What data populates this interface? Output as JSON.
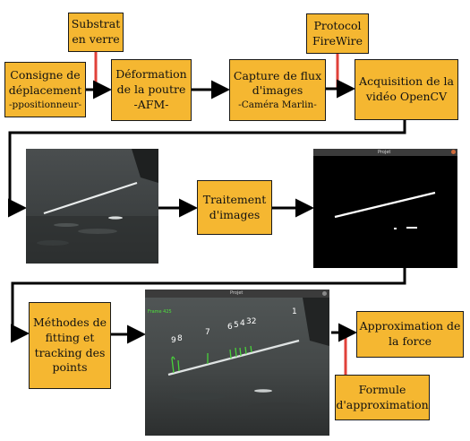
{
  "colors": {
    "box_fill": "#f5b731",
    "arrow": "#000000",
    "connector": "#e0413a"
  },
  "boxes": {
    "consigne": {
      "line1": "Consigne de",
      "line2": "déplacement",
      "line3": "-ppositionneur-"
    },
    "substrat": {
      "line1": "Substrat",
      "line2": "en verre"
    },
    "deformation": {
      "line1": "Déformation",
      "line2": "de la poutre",
      "line3": "-AFM-"
    },
    "capture": {
      "line1": "Capture de flux",
      "line2": "d'images",
      "line3": "-Caméra Marlin-"
    },
    "protocol": {
      "line1": "Protocol",
      "line2": "FireWire"
    },
    "acquisition": {
      "line1": "Acquisition de la",
      "line2": "vidéo OpenCV"
    },
    "traitement": {
      "line1": "Traitement",
      "line2": "d'images"
    },
    "methodes": {
      "line1": "Méthodes de",
      "line2": "fitting et",
      "line3": "tracking des",
      "line4": "points"
    },
    "approximation": {
      "line1": "Approximation de",
      "line2": "la force"
    },
    "formule": {
      "line1": "Formule",
      "line2": "d'approximation"
    }
  },
  "processed_window": {
    "title": "Projet"
  },
  "tracking_window": {
    "title": "Projet",
    "frame_label": "Frame 425",
    "point_labels": [
      "1",
      "32",
      "4",
      "5",
      "6",
      "7",
      "8",
      "9"
    ]
  }
}
